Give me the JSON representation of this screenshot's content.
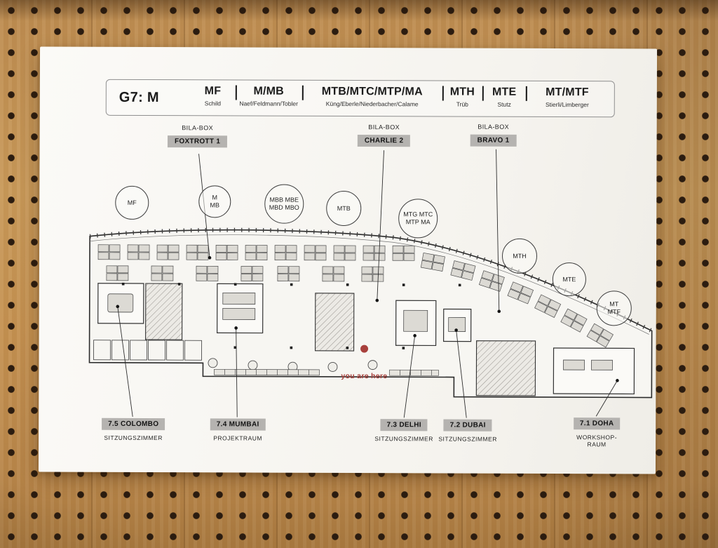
{
  "header": {
    "title": "G7: M",
    "zones": [
      {
        "label": "MF",
        "sub": "Schild"
      },
      {
        "label": "M/MB",
        "sub": "Naef/Feldmann/Tobler"
      },
      {
        "label": "MTB/MTC/MTP/MA",
        "sub": "Küng/Eberle/Niederbacher/Calame"
      },
      {
        "label": "MTH",
        "sub": "Trüb"
      },
      {
        "label": "MTE",
        "sub": "Stutz"
      },
      {
        "label": "MT/MTF",
        "sub": "Stierli/Limberger"
      }
    ]
  },
  "bila_boxes": [
    {
      "caption": "BILA-BOX",
      "name": "FOXTROTT 1"
    },
    {
      "caption": "BILA-BOX",
      "name": "CHARLIE 2"
    },
    {
      "caption": "BILA-BOX",
      "name": "BRAVO 1"
    }
  ],
  "team_circles": [
    {
      "label": "MF"
    },
    {
      "label": "M\nMB"
    },
    {
      "label": "MBB MBE\nMBD MBO"
    },
    {
      "label": "MTB"
    },
    {
      "label": "MTG MTC\nMTP MA"
    },
    {
      "label": "MTH"
    },
    {
      "label": "MTE"
    },
    {
      "label": "MT\nMTF"
    }
  ],
  "marker": {
    "label": "you are here",
    "color": "#a8403c"
  },
  "rooms": [
    {
      "name": "7.5 COLOMBO",
      "type": "SITZUNGSZIMMER"
    },
    {
      "name": "7.4 MUMBAI",
      "type": "PROJEKTRAUM"
    },
    {
      "name": "7.3 DELHI",
      "type": "SITZUNGSZIMMER"
    },
    {
      "name": "7.2 DUBAI",
      "type": "SITZUNGSZIMMER"
    },
    {
      "name": "7.1 DOHA",
      "type": "WORKSHOP-RAUM"
    }
  ],
  "colors": {
    "paper": "#faf9f6",
    "label_box": "#b5b3b0",
    "accent_red": "#a8403c",
    "wood": "#c4904f"
  }
}
